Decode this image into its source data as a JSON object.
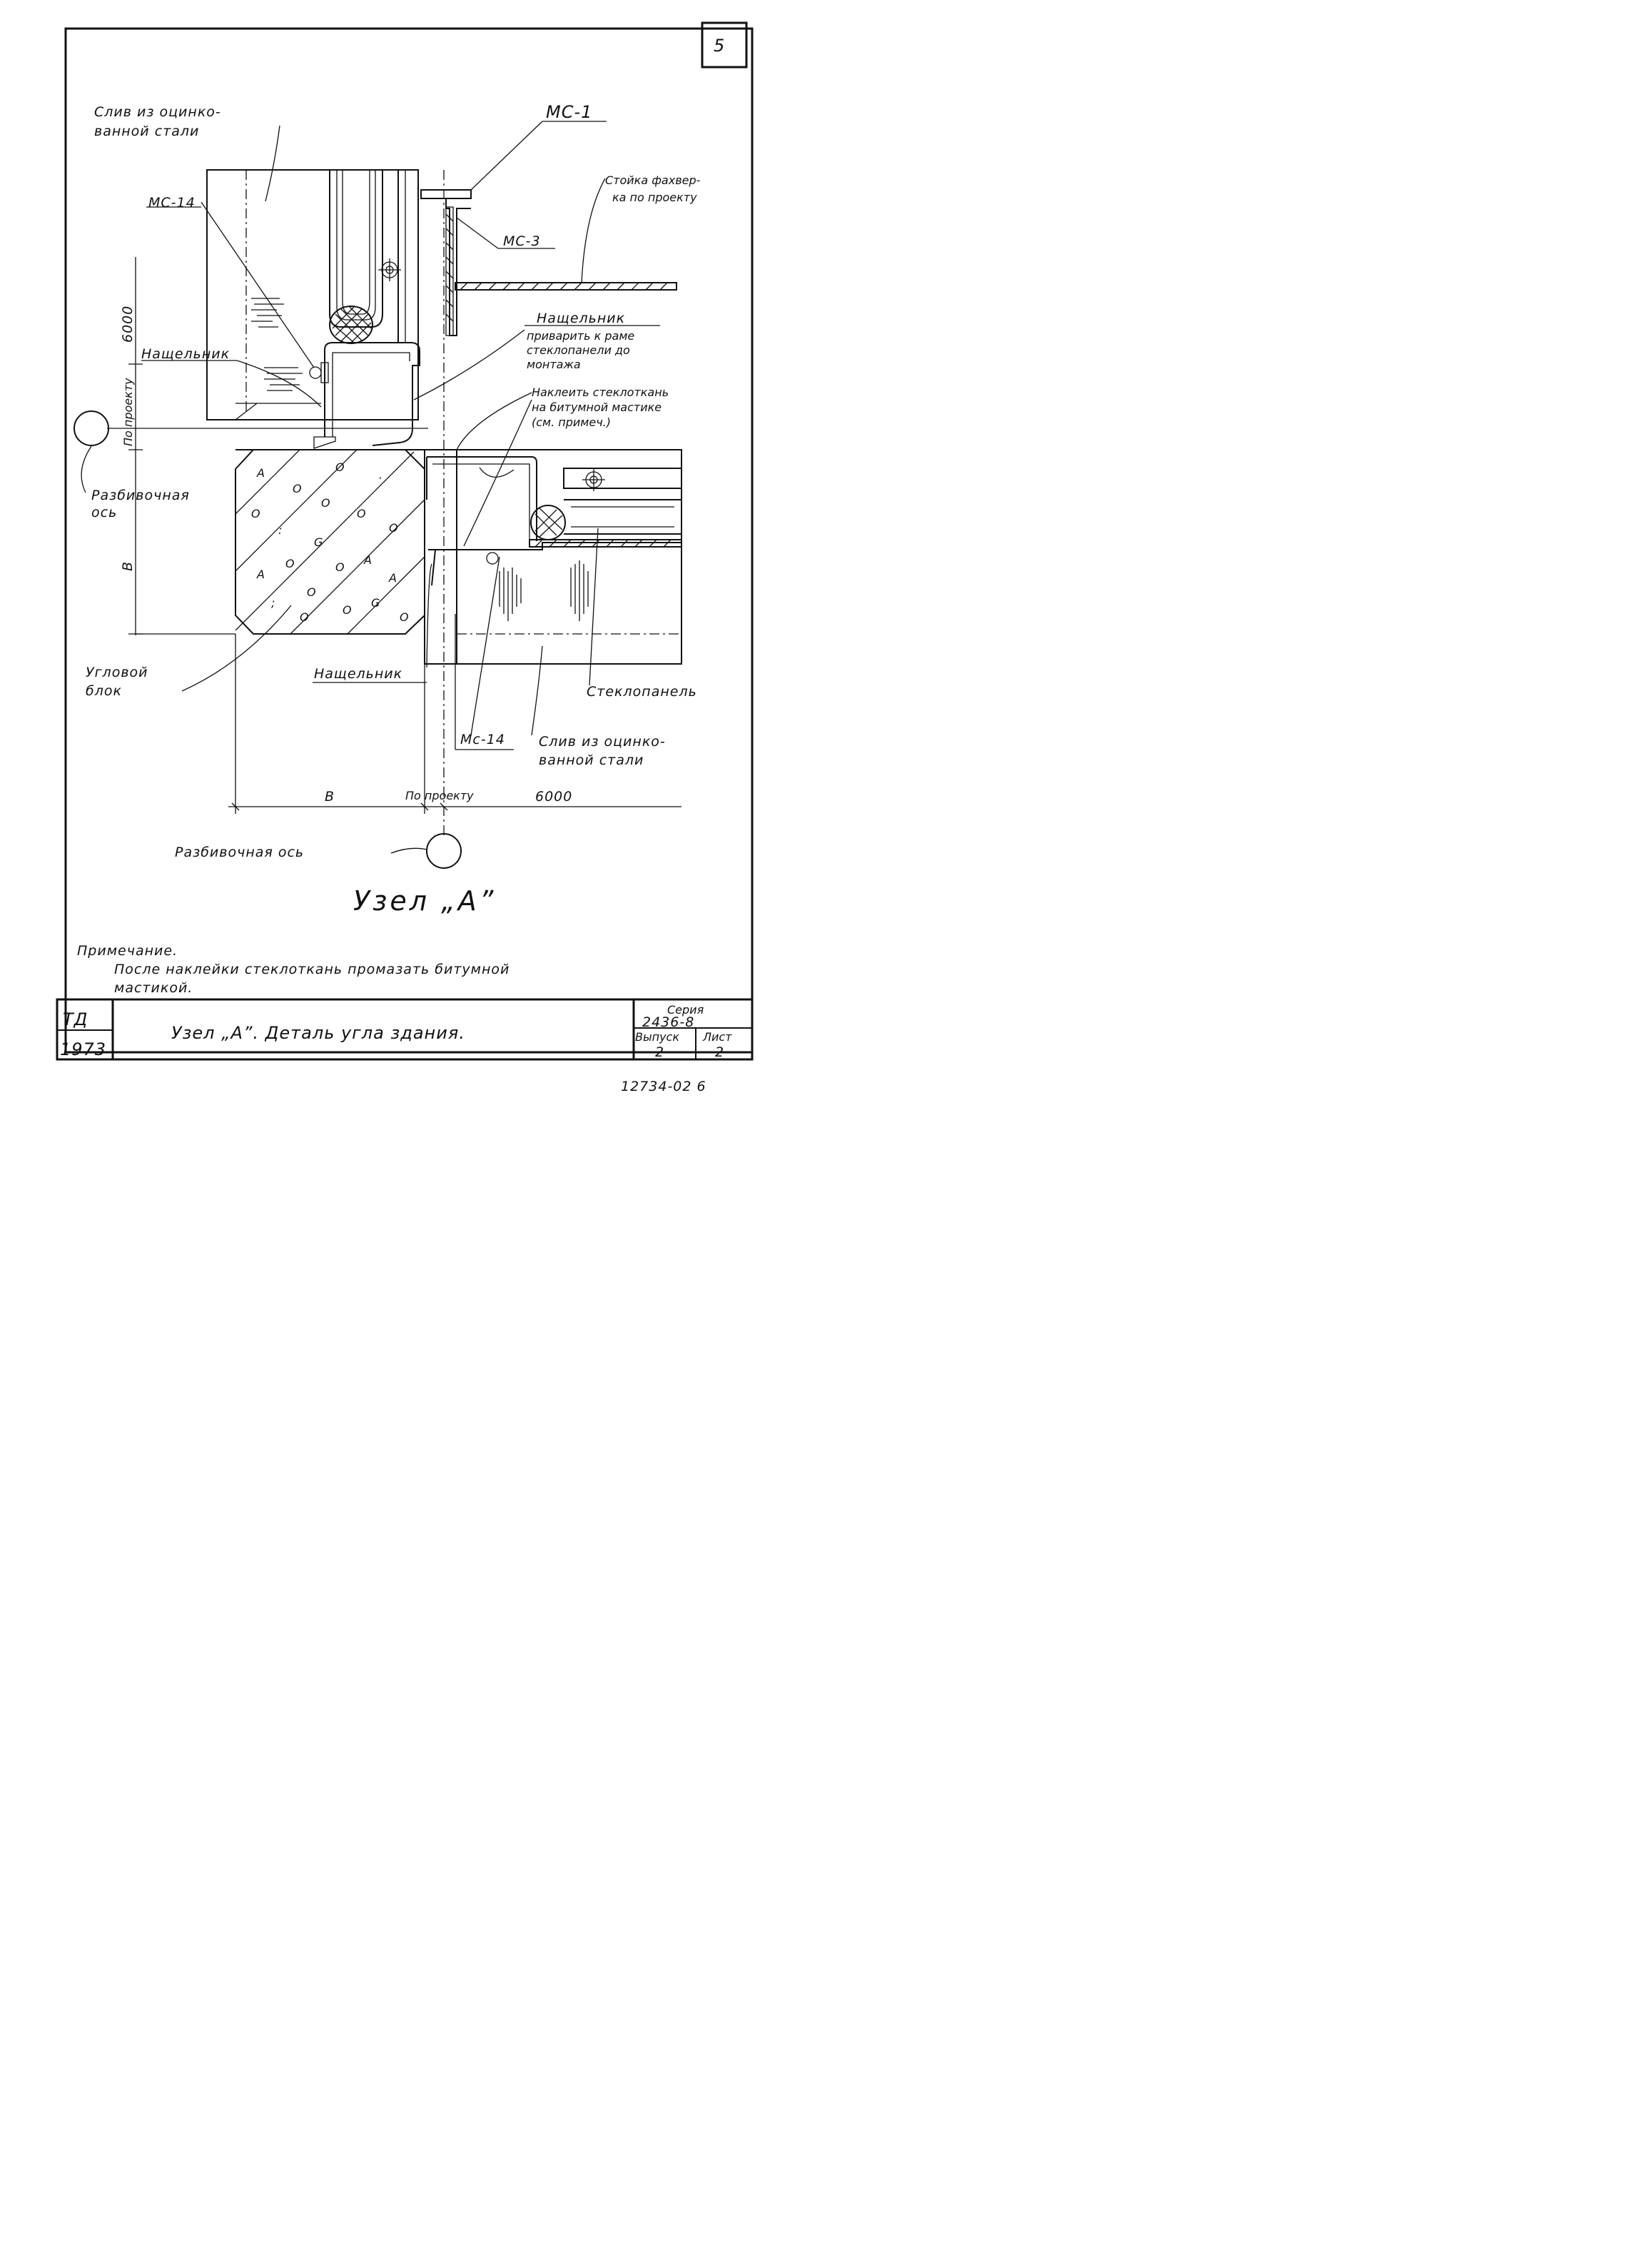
{
  "sheet_number": "5",
  "labels": {
    "sliv_top": [
      "Слив из оцинко-",
      "ванной стали"
    ],
    "ms1": "МС-1",
    "stoika": [
      "Стойка фахвер-",
      "ка по проекту"
    ],
    "ms14_top": "МС-14",
    "ms3": "МС-3",
    "dim_6000_v": "6000",
    "nashchelnik_right": "Нащельник",
    "privarit": [
      "приварить к раме",
      "стеклопанели до",
      "монтажа"
    ],
    "nashchelnik_left": "Нащельник",
    "nakleit": [
      "Наклеить стеклоткань",
      "на битумной мастике",
      "(см. примеч.)"
    ],
    "po_proektu_v": "По проекту",
    "razbivochnaya_left": [
      "Разбивочная",
      "ось"
    ],
    "dim_b_v": "В",
    "uglovoy": [
      "Угловой",
      "блок"
    ],
    "nashchelnik_bottom": "Нащельник",
    "steklopanel": "Стеклопанель",
    "ms14_bottom": "Мс-14",
    "sliv_bottom": [
      "Слив из оцинко-",
      "ванной стали"
    ],
    "dim_b_h": "В",
    "po_proektu_h": "По проекту",
    "dim_6000_h": "6000",
    "razbivochnaya_bottom": "Разбивочная ось",
    "uzel_title": "Узел „А”",
    "note_title": "Примечание.",
    "note_lines": [
      "После наклейки стеклоткань промазать битумной",
      "мастикой."
    ]
  },
  "title_block": {
    "org": "ТД",
    "year": "1973",
    "title": "Узел „А”. Деталь угла здания.",
    "series_label": "Серия",
    "series_value": "2436-8",
    "issue_label": "Выпуск",
    "issue_value": "2",
    "sheet_label": "Лист",
    "sheet_value": "2"
  },
  "archive_number": "12734-02 6"
}
